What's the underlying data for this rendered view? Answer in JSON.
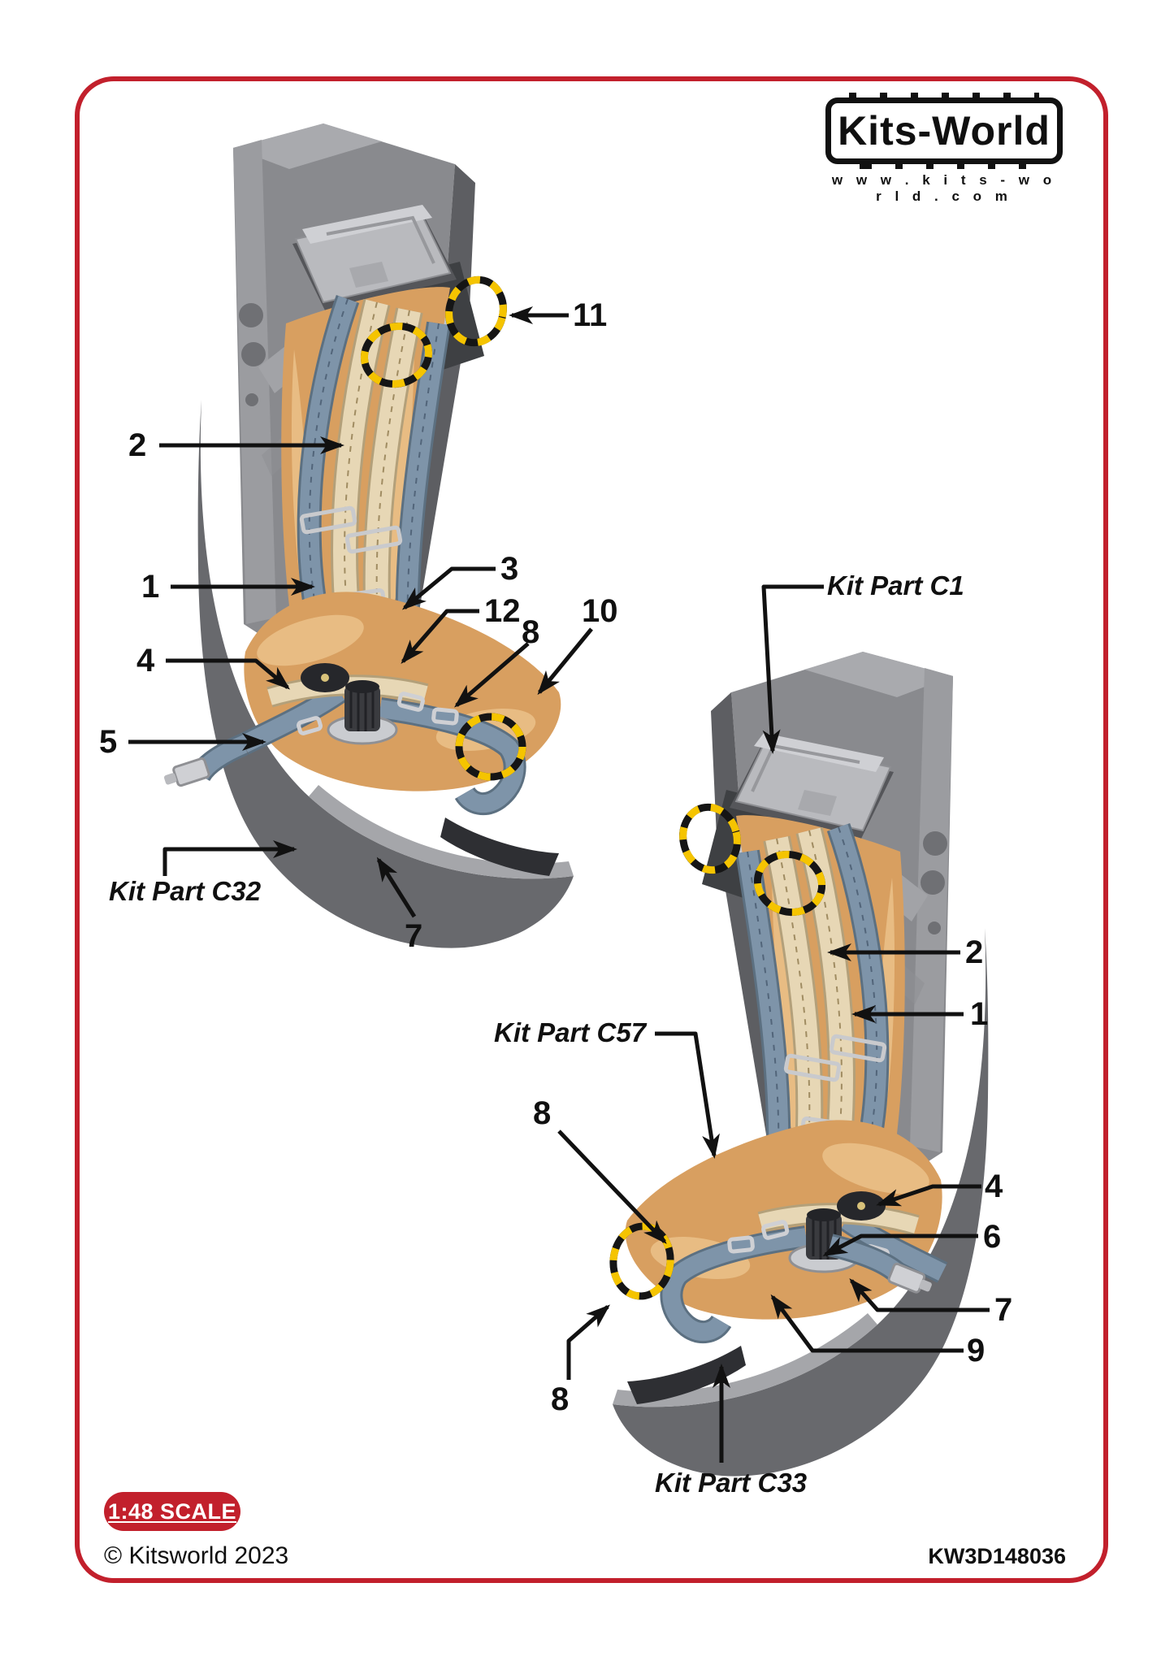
{
  "logo": {
    "brand": "Kits-World",
    "website": "w w w . k i t s - w o r l d . c o m"
  },
  "footer": {
    "scale_badge": "1:48 SCALE",
    "copyright": "© Kitsworld 2023",
    "product_code": "KW3D148036"
  },
  "colors": {
    "accent_red": "#c2202c",
    "highlight_yellow": "#f5c400",
    "belt_blue": "#7e94a9",
    "belt_cream": "#e7d7b5",
    "cushion_tan": "#d89f60",
    "seat_gray": "#898a8e",
    "label_black": "#111111"
  },
  "callouts": [
    {
      "label": "11"
    },
    {
      "label": "2"
    },
    {
      "label": "1"
    },
    {
      "label": "3"
    },
    {
      "label": "12"
    },
    {
      "label": "8"
    },
    {
      "label": "10"
    },
    {
      "label": "4"
    },
    {
      "label": "5"
    },
    {
      "label": "7"
    },
    {
      "label": "Kit Part C32"
    },
    {
      "label": "Kit Part C1"
    },
    {
      "label": "2"
    },
    {
      "label": "1"
    },
    {
      "label": "Kit Part C57"
    },
    {
      "label": "8"
    },
    {
      "label": "4"
    },
    {
      "label": "6"
    },
    {
      "label": "7"
    },
    {
      "label": "9"
    },
    {
      "label": "8"
    },
    {
      "label": "Kit Part C33"
    }
  ]
}
